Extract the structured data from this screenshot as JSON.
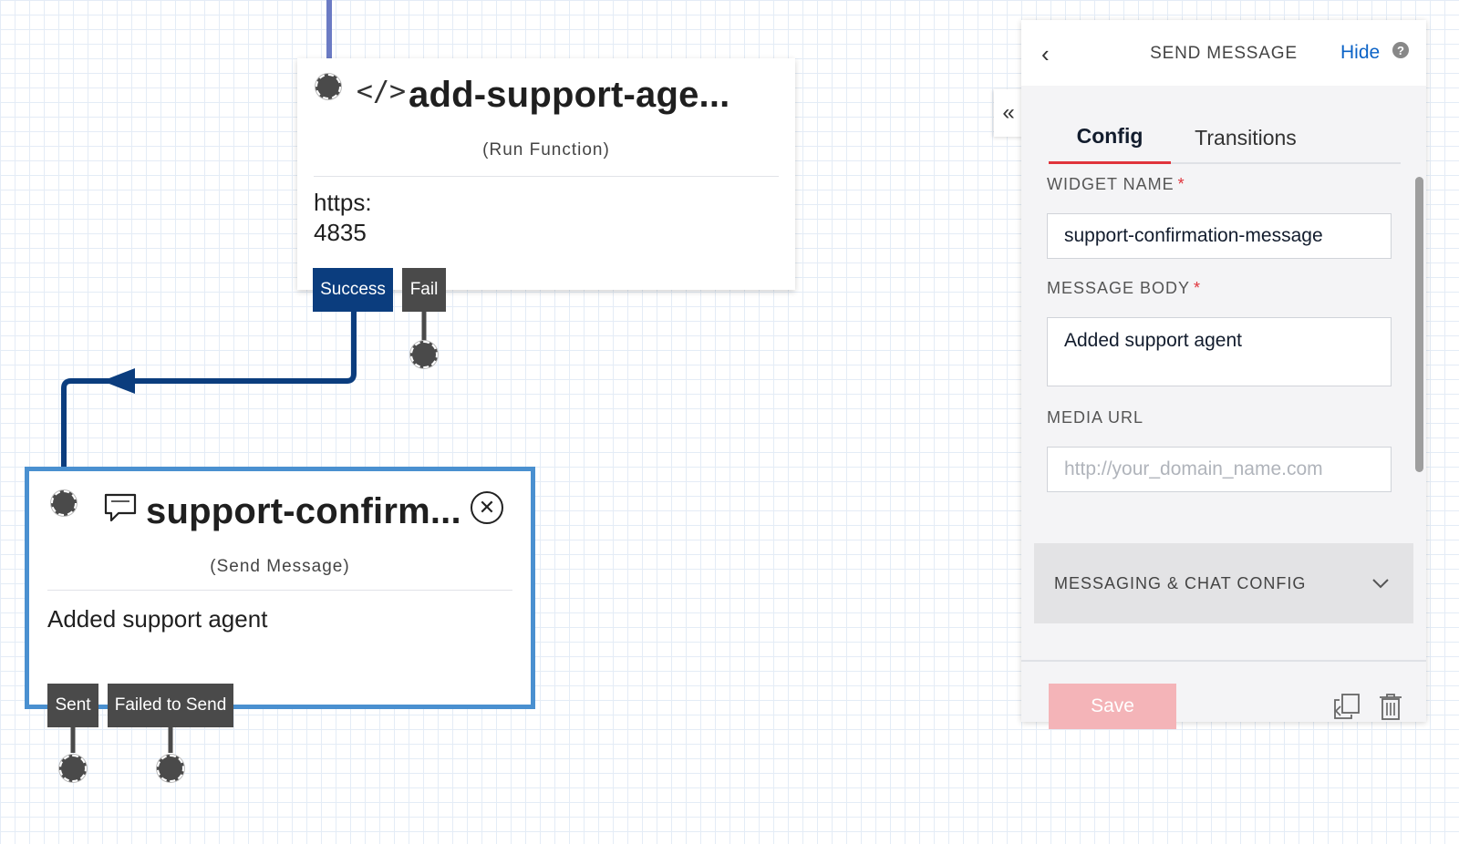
{
  "canvas": {
    "function_node": {
      "icon": "code-icon",
      "icon_glyph": "</>",
      "title": "add-support-age...",
      "subtitle": "(Run Function)",
      "body_line1": "https:",
      "body_line2": "4835",
      "transitions": [
        "Success",
        "Fail"
      ]
    },
    "message_node": {
      "icon": "chat-bubble-icon",
      "title": "support-confirm...",
      "subtitle": "(Send Message)",
      "body": "Added support agent",
      "close_glyph": "✕",
      "transitions": [
        "Sent",
        "Failed to Send"
      ]
    }
  },
  "panel": {
    "back_glyph": "‹",
    "collapse_glyph": "«",
    "title": "SEND MESSAGE",
    "hide_label": "Hide",
    "help_glyph": "?",
    "tabs": [
      "Config",
      "Transitions"
    ],
    "active_tab": "Config",
    "widget_name": {
      "label": "WIDGET NAME",
      "required_mark": "*",
      "value": "support-confirmation-message"
    },
    "message_body": {
      "label": "MESSAGE BODY",
      "required_mark": "*",
      "value": "Added support agent"
    },
    "media_url": {
      "label": "MEDIA URL",
      "placeholder": "http://your_domain_name.com",
      "value": ""
    },
    "accordion": {
      "label": "MESSAGING & CHAT CONFIG",
      "expanded": false
    },
    "save_label": "Save",
    "footer_icons": [
      "duplicate-icon",
      "trash-icon"
    ]
  },
  "colors": {
    "success_tab": "#0b3d7e",
    "neutral_tab": "#4a4a4a",
    "selected_border": "#4a90d0",
    "wire": "#0b3d7e",
    "incoming_wire": "#6b7bc4",
    "tab_underline": "#e0343c",
    "save_disabled": "#f4b4b8",
    "link": "#0b63c7"
  }
}
